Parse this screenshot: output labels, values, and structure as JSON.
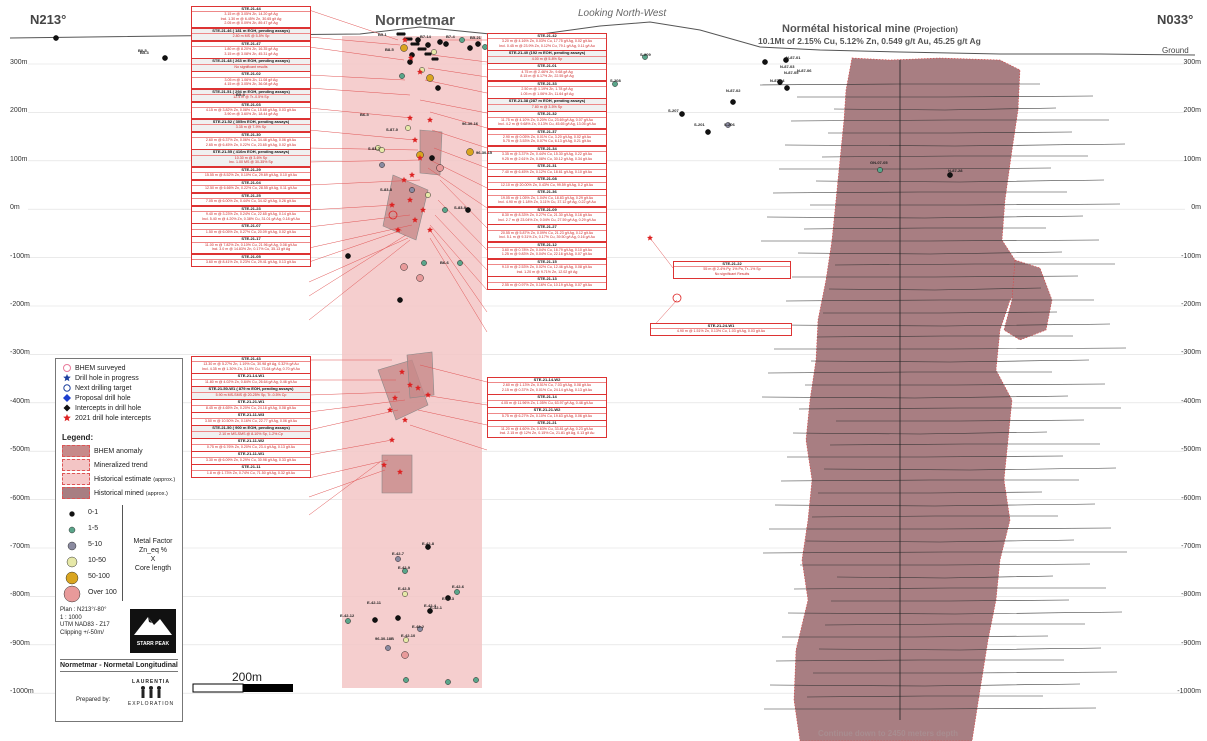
{
  "header": {
    "left_bearing": "N213°",
    "right_bearing": "N033°",
    "section_name": "Normetmar",
    "view_direction": "Looking North-West",
    "mine_title": "Normétal historical mine",
    "mine_projection": "(Projection)",
    "mine_resource": "10.1Mt of 2.15% Cu, 5.12% Zn, 0.549 g/t Au, 45.25 g/t Ag",
    "ground_label": "Ground"
  },
  "elevations": [
    "300m",
    "200m",
    "100m",
    "0m",
    "-100m",
    "-200m",
    "-300m",
    "-400m",
    "-500m",
    "-600m",
    "-700m",
    "-800m",
    "-900m",
    "-1000m"
  ],
  "left_intercepts": [
    {
      "hole": "STE-21-44",
      "lines": [
        "3.15 m @ 3.05% Zn, 14.20 g/t Ag",
        "Incl. 1.30 m @ 6.45% Zn, 30.65 g/t Ag",
        "2.05 m @ 0.09% Zn, 89.47 g/t Ag"
      ],
      "gray": false
    },
    {
      "hole": "STE-21-46 ( 181 m EOH, pending assays)",
      "lines": [
        "2.80 m MS @ 5-5% Sp"
      ],
      "gray": true
    },
    {
      "hole": "STE-21-47",
      "lines": [
        "1.80 m @ 8.20% Zn, 16.35 g/t Ag",
        "3.15 m @ 3.08% Zn, 45.31 g/t Ag"
      ],
      "gray": false
    },
    {
      "hole": "STE-21-48 ( 263 m EOH, pending assays)",
      "lines": [
        "No significant results"
      ],
      "gray": true
    },
    {
      "hole": "STE-21-02",
      "lines": [
        "3.05 m @ 1.06% Zn, 11.08 g/t Ag",
        "4.15 m @ 3.05% Zn, 36.08 g/t Ag"
      ],
      "gray": false
    },
    {
      "hole": "STE-21-51 ( 294 m EOH, pending assays)",
      "lines": [
        "12.4 m @ Tr.-0.5% Sp"
      ],
      "gray": true
    },
    {
      "hole": "STE-21-03",
      "lines": [
        "4.15 m @ 3.82% Zn, 0.08% Cu, 15.68 g/t Ag, 0.03 g/t Au",
        "3.90 m @ 3.60% Zn, 18.44 g/t Ag"
      ],
      "gray": false
    },
    {
      "hole": "STE-21-52 ( 305m EOH, pending assays)",
      "lines": [
        "3.35 m @ 7-9% Sp"
      ],
      "gray": true
    },
    {
      "hole": "STE-21-30",
      "lines": [
        "2.60 m @ 6.37% Zn, 0.06% Cu, 34.48 g/t Ag, 0.06 g/t Au",
        "2.65 m @ 6.45% Zn, 0.22% Cu, 23.65 g/t Ag, 0.02 g/t Au"
      ],
      "gray": false
    },
    {
      "hole": "STE-21-55 ( 416m EOH, pending assays)",
      "lines": [
        "10.30 m @ 3-6% Sp",
        "Inc. 1.00 MS @ 30-35% Sp"
      ],
      "gray": true
    },
    {
      "hole": "STE-21-29",
      "lines": [
        "15.55 m @ 8.52% Zn, 0.10% Cu, 29.69 g/t Ag, 0.10 g/t Au"
      ],
      "gray": false
    },
    {
      "hole": "STE-21-04",
      "lines": [
        "12.50 m @ 6.66% Zn, 0.22% Cu, 28.55 g/t Ag, 0.11 g/t Au"
      ],
      "gray": false
    },
    {
      "hole": "STE-21-25",
      "lines": [
        "7.05 m @ 6.00% Zn, 0.44% Cu, 34.42 g/t Ag, 0.26 g/t Au"
      ],
      "gray": false
    },
    {
      "hole": "STE-21-23",
      "lines": [
        "9.40 m @ 3.23% Zn, 0.24% Cu, 22.65 g/t Ag, 0.14 g/t Au",
        "Incl. 5.40 m @ 4.20% Zn, 0.38% Cu, 31.01 g/t Ag, 0.18 g/t Au"
      ],
      "gray": false
    },
    {
      "hole": "STE-21-07",
      "lines": [
        "1.50 m @ 6.05% Zn, 0.27% Cu, 20.09 g/t Ag, 0.02 g/t Au"
      ],
      "gray": false
    },
    {
      "hole": "STE-21-17",
      "lines": [
        "11.00 m @ 7.82% Zn, 0.10% Cu, 21.96 g/t Ag, 0.08 g/t Au",
        "Incl. 3.0 m @ 14.83% Zn, 0.17% Cu, 35.13 g/t Ag"
      ],
      "gray": false
    },
    {
      "hole": "STE-21-05",
      "lines": [
        "3.60 m @ 8.41% Zn, 0.23% Cu, 29.41 g/t Ag, 0.13 g/t Au"
      ],
      "gray": false
    }
  ],
  "lower_left_intercepts": [
    {
      "hole": "STE-21-43",
      "lines": [
        "13.30 m @ 5.27% Zn, 1.19% Cu, 30.98 g/t Ag, 0.32% g/t Au",
        "Incl. 4.35 m @ 1.30% Zn, 3.19% Cu, 73.64 g/t Ag, 0.70 g/t Au"
      ],
      "gray": false
    },
    {
      "hole": "STE-21-14-W1",
      "lines": [
        "11.80 m @ 4.02% Zn, 0.84% Cu, 26.64 g/t Ag, 0.46 g/t Au"
      ],
      "gray": false
    },
    {
      "hole": "STE-21-50-W1 ( 879 m EOH, pending assays)",
      "lines": [
        "5.90 m MS-SMS @ 20-25% Sp, Tr.-0.5% Cp"
      ],
      "gray": true
    },
    {
      "hole": "STE-21-21-W1",
      "lines": [
        "8.45 m @ 4.65% Zn, 0.20% Cu, 24.16 g/t Ag, 0.08 g/t Au"
      ],
      "gray": false
    },
    {
      "hole": "STE-21-11-W3",
      "lines": [
        "3.50 m @ 10.50% Zn, 0.16% Cu, 22.77 g/t Ag, 0.06 g/t Au"
      ],
      "gray": false
    },
    {
      "hole": "STE-21-50 ( 900 m EOH, pending assays)",
      "lines": [
        "2.10 m MS-SMS @ 8-10% Sp, 1-2% Cp"
      ],
      "gray": true
    },
    {
      "hole": "STE-21-11-W2",
      "lines": [
        "0.75 m @ 6.76% Zn, 0.20% Cu, 23.4 g/t Ag, 0.13 g/t Au"
      ],
      "gray": false
    },
    {
      "hole": "STE-21-11-W1",
      "lines": [
        "3.30 m @ 6.09% Zn, 0.29% Cu, 30.98 g/t Ag, 0.33 g/t Au"
      ],
      "gray": false
    },
    {
      "hole": "STE-21-11",
      "lines": [
        "1.8 m @ 1.73% Zn, 0.74% Cu, 71.50 g/t Ag, 0.32 g/t Au"
      ],
      "gray": false
    }
  ],
  "right_intercepts": [
    {
      "hole": "STE-21-42",
      "lines": [
        "3.20 m @ 4.16% Zn, 0.03% Cu, 17.75 g/t Ag, 0.02 g/t Au",
        "Incl. 0.45 m @ 23.9% Zn, 0.12% Cu, 79.1 g/t Ag, 0.11 g/t Au"
      ],
      "gray": false
    },
    {
      "hole": "STE-21-40 (192 m EOH, pending assays)",
      "lines": [
        "4.00 m @ 5-8% Sp"
      ],
      "gray": true
    },
    {
      "hole": "STE-21-01",
      "lines": [
        "4.75 m @ 2.46% Zn, 9.68 g/t Ag",
        "8.15 m @ 6.17% Zn, 22.55 g/t Ag"
      ],
      "gray": false
    },
    {
      "hole": "STE-21-33",
      "lines": [
        "2.50 m @ 1.19% Zn, 1.78 g/t Ag",
        "1.05 m @ 1.06% Zn, 11.64 g/t Ag"
      ],
      "gray": false
    },
    {
      "hole": "STE-21-38 (287 m EOH, pending assays)",
      "lines": [
        "7.80 m @ 3-5% Sp"
      ],
      "gray": true
    },
    {
      "hole": "STE-21-32",
      "lines": [
        "11.75 m @ 4.10% Zn, 0.20% Cu, 23.69 g/t Ag, 0.07 g/t Au",
        "Incl. 4.2 m @ 9.68% Zn, 0.13% Cu, 45.65 g/t Ag, 13.05 g/t Au"
      ],
      "gray": false
    },
    {
      "hole": "STE-21-37",
      "lines": [
        "2.90 m @ 0.05% Zn, 0.01% Cu, 3.20 g/t Ag, 0.02 g/t Au",
        "5.75 m @ 3.53% Zn, 0.07% Cu, 6.13 g/t Ag, 0.21 g/t Au"
      ],
      "gray": false
    },
    {
      "hole": "STE-21-34",
      "lines": [
        "3.35 m @ 3.37% Zn, 0.44% Cu, 15.30 g/t Ag, 0.22 g/t Au",
        "9.25 m @ 2.61% Zn, 0.08% Cu, 30.12 g/t Ag, 0.34 g/t Au"
      ],
      "gray": false
    },
    {
      "hole": "STE-21-31",
      "lines": [
        "7.40 m @ 6.45% Zn, 0.12% Cu, 18.61 g/t Ag, 0.10 g/t Au"
      ],
      "gray": false
    },
    {
      "hole": "STE-21-08",
      "lines": [
        "12.10 m @ 20.00% Zn, 0.43% Cu, 99.59 g/t Ag, 0.2 g/t Au"
      ],
      "gray": false
    },
    {
      "hole": "STE-21-36",
      "lines": [
        "19.05 m @ 1.05% Zn, 1.04% Cu, 18.83 g/t Ag, 0.29 g/t Au",
        "Incl. 4.90 m @ 1.18% Zn, 3.11% Cu, 37.12 g/t Ag, 0.22 g/t Au"
      ],
      "gray": false
    },
    {
      "hole": "STE-21-09",
      "lines": [
        "8.30 m @ 8.33% Zn, 0.27% Cu, 21.30 g/t Ag, 0.16 g/t Au",
        "Incl. 2.7 m @ 23.04% Zn, 0.04% Cu, 27.59 g/t Ag, 0.29 g/t Au"
      ],
      "gray": false
    },
    {
      "hole": "STE-21-27",
      "lines": [
        "20.55 m @ 5.87% Zn, 0.09% Cu, 21.23 g/t Ag, 0.12 g/t Au",
        "Incl. 5.1 m @ 9.31% Zn, 0.17% Cu, 39.50 g/t Ag, 0.16 g/t Au"
      ],
      "gray": false
    },
    {
      "hole": "STE-21-12",
      "lines": [
        "3.60 m @ 0.78% Zn, 0.04% Cu, 16.79 g/t Ag, 0.10 g/t Au",
        "1.25 m @ 9.83% Zn, 0.04% Cu, 22.16 g/t Ag, 0.07 g/t Au"
      ],
      "gray": false
    },
    {
      "hole": "STE-21-15",
      "lines": [
        "9.10 m @ 2.53% Zn, 0.02% Cu, 12.46 g/t Ag, 0.08 g/t Au",
        "Incl. 1.20 m @ 9.71% Zn, 12.02 g/t Ag"
      ],
      "gray": false
    },
    {
      "hole": "STE-21-13",
      "lines": [
        "2.55 m @ 0.97% Zn, 0.16% Cu, 10.19 g/t Ag, 0.07 g/t Au"
      ],
      "gray": false
    }
  ],
  "lower_right_intercepts": [
    {
      "hole": "STE-21-14-W2",
      "lines": [
        "2.60 m @ 1.13% Zn, 0.51% Cu, 7.03 g/t Ag, 0.08 g/t Au",
        "2.15 m @ 0.37% Zn, 0.01% Cu, 24.14 g/t Ag, 0.13 g/t Au"
      ],
      "gray": false
    },
    {
      "hole": "STE-21-14",
      "lines": [
        "4.05 m @ 11.96% Zn, 1.05% Cu, 63.97 g/t Ag, 0.48 g/t Au"
      ],
      "gray": false
    },
    {
      "hole": "STE-21-21-W2",
      "lines": [
        "5.75 m @ 6.27% Zn, 0.10% Cu, 19.63 g/t Ag, 0.06 g/t Au"
      ],
      "gray": false
    },
    {
      "hole": "STE-21-21",
      "lines": [
        "11.20 m @ 4.60% Zn, 0.63% Cu, 33.81 g/t Ag, 0.23 g/t Au",
        "Incl. 2.15 m @ 12% Zn, 0.15% Cu, 21.81 g/t Ag, 0.13 g/t Au"
      ],
      "gray": false
    }
  ],
  "far_right_intercepts": [
    {
      "hole": "STE-21-22",
      "lines": [
        "55 m @ 2-4% Py, 1% Po, Tr.-1% Sp",
        "No significant Results"
      ],
      "gray": false
    },
    {
      "hole": "STE-21-24-W1",
      "lines": [
        "4.90 m @ 1.51% Zn, 0.13% Cu, 1.03 g/t Ag, 0.03 g/t Au"
      ],
      "gray": false
    }
  ],
  "legend": {
    "symbols": [
      {
        "label": "BHEM surveyed",
        "icon": "open-circle-pink"
      },
      {
        "label": "Drill hole in progress",
        "icon": "star-blue"
      },
      {
        "label": "Next drilling target",
        "icon": "open-circle-blue"
      },
      {
        "label": "Proposal drill hole",
        "icon": "diamond-blue"
      },
      {
        "label": "Intercepts in drill hole",
        "icon": "diamond-black"
      },
      {
        "label": "2021 drill hole intercepts",
        "icon": "star-red"
      }
    ],
    "title": "Legend:",
    "areas": [
      {
        "label": "BHEM anomaly",
        "color": "#c78a8a"
      },
      {
        "label": "Mineralized trend",
        "color": "#f3c5c5"
      },
      {
        "label": "Historical estimate",
        "suffix": "(approx.)",
        "color": "#f6caca"
      },
      {
        "label": "Historical mined",
        "suffix": "(approx.)",
        "color": "#a87e82"
      }
    ],
    "metal_factor": {
      "title_lines": [
        "Metal Factor",
        "Zn_eq %",
        "X",
        "Core length"
      ],
      "classes": [
        {
          "label": "0-1",
          "color": "#111111"
        },
        {
          "label": "1-5",
          "color": "#5aa58a"
        },
        {
          "label": "5-10",
          "color": "#8a8aa0"
        },
        {
          "label": "10-50",
          "color": "#e6e8a8"
        },
        {
          "label": "50-100",
          "color": "#d9a520"
        },
        {
          "label": "Over 100",
          "color": "#e89a9a"
        }
      ]
    },
    "plan_info": [
      "Plan : N213°/-80°",
      "1 : 1000",
      "UTM NAD83 - Z17",
      "Clipping +/-50m/"
    ],
    "logo_text": "STARR PEAK",
    "map_title": "Normetmar - Normetal Longitudinal",
    "prepared_by": "Prepared by:",
    "laurentia_text": "LAURENTIA",
    "exploration_text": "EXPLORATION"
  },
  "scale_bar": "200m",
  "continue_note": "Continue down to 2450 meters depth",
  "hole_labels": {
    "upper": [
      "B5-3",
      "B5-1",
      "B7-14",
      "B7-4",
      "B8-5",
      "B5-21",
      "S-209",
      "S-208",
      "S-207",
      "S-201",
      "S-206",
      "N-87-01",
      "N-87-03",
      "N-87-04",
      "N-87-02",
      "N-87-05",
      "N-87-06",
      "B6-5",
      "B9-4",
      "96-30-16",
      "S-87-0",
      "96-30-15",
      "GN-07-05",
      "N-87-28",
      "S-83-7",
      "S-83-8",
      "S-83-9"
    ],
    "lower": [
      "E-42-7",
      "E-42-9",
      "E-42-8",
      "E-42-5",
      "E-42-6",
      "E-42-4",
      "E-42-3",
      "E-42-11",
      "E-42-1",
      "E-42-12",
      "E-42-10",
      "96-30-18B",
      "E-42-2",
      "B0-5",
      "B6-6"
    ]
  },
  "colors": {
    "trend": "#f3c5c5",
    "mined": "#a87e82",
    "mined_border": "#d44",
    "anomaly": "#c78a8a",
    "intercept_red": "#d33"
  }
}
